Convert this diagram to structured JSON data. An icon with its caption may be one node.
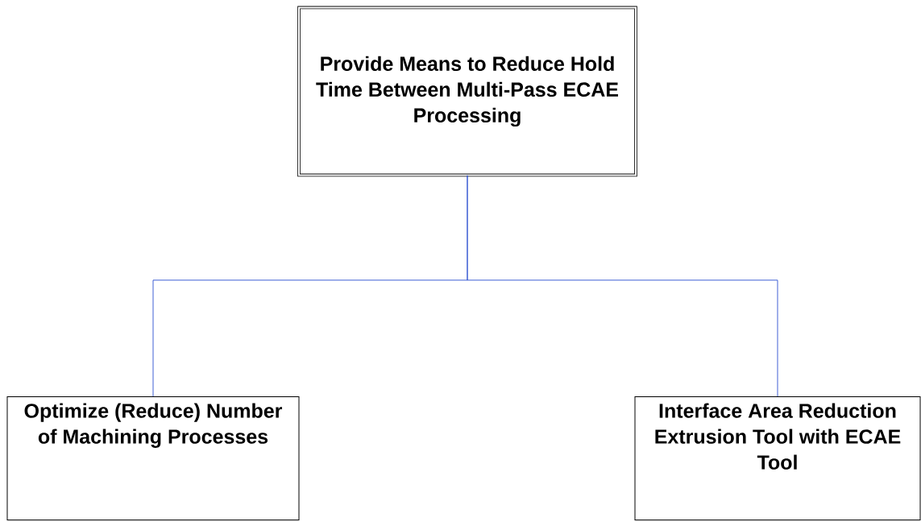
{
  "diagram": {
    "nodes": [
      {
        "text": [
          "Provide Means to Reduce Hold Time Between Multi-Pass ECAE Processing"
        ]
      },
      {
        "text": [
          "Optimize (Reduce) Number of Machining Processes"
        ]
      },
      {
        "text": [
          "Interface Area Reduction Extrusion Tool with ECAE Tool"
        ]
      }
    ],
    "edges": [
      {
        "from": 0,
        "to": 1,
        "arrow": "none"
      },
      {
        "from": 0,
        "to": 2,
        "arrow": "none"
      }
    ]
  }
}
